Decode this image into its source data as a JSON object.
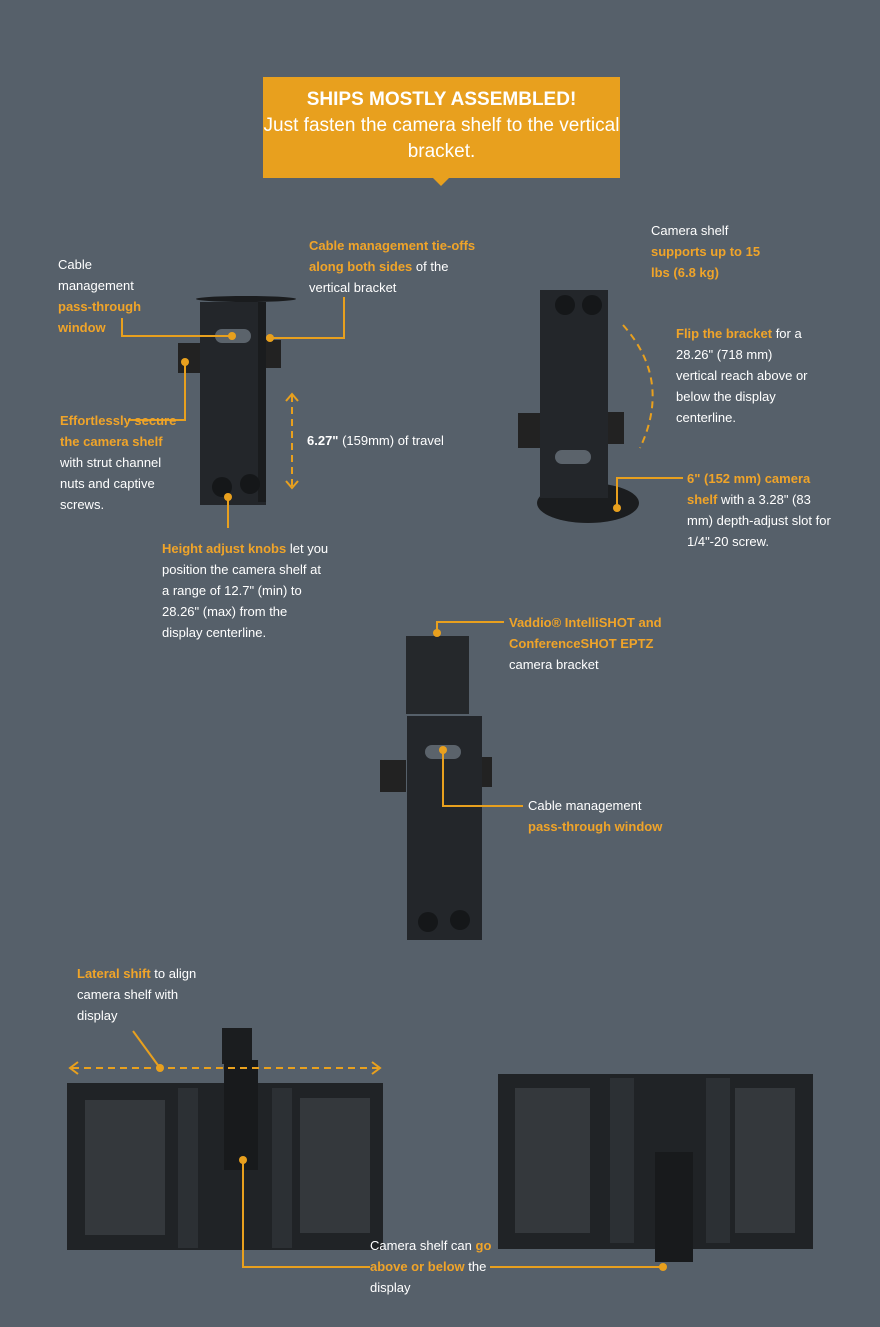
{
  "banner": {
    "headline": "SHIPS MOSTLY ASSEMBLED!",
    "subtext": "Just fasten the camera shelf to the vertical bracket."
  },
  "callouts": {
    "pass_through_top": {
      "pre": "Cable management ",
      "hl": "pass-through window"
    },
    "tie_offs": {
      "hl": "Cable management tie-offs along both sides",
      "post": " of the vertical bracket"
    },
    "secure": {
      "hl": "Effortlessly secure the camera shelf",
      "post": " with strut channel nuts and captive screws."
    },
    "travel": {
      "bold": "6.27\"",
      "post": " (159mm) of travel"
    },
    "height_knobs": {
      "hl": "Height adjust knobs",
      "post": " let you position the camera shelf at a range of 12.7\" (min) to 28.26\" (max) from the display centerline."
    },
    "supports": {
      "pre": "Camera shelf ",
      "hl": "supports up to 15 lbs (6.8 kg)"
    },
    "flip": {
      "hl": "Flip the bracket",
      "post": " for a 28.26\" (718 mm) vertical reach above or below the display centerline."
    },
    "shelf_size": {
      "hl": "6\" (152 mm) camera shelf",
      "post": " with a 3.28\" (83 mm) depth-adjust slot for 1/4\"-20 screw."
    },
    "vaddio": {
      "hl": "Vaddio® IntelliSHOT  and ConferenceSHOT EPTZ",
      "post": " camera bracket"
    },
    "pass_through_mid": {
      "pre": "Cable management ",
      "hl": "pass-through window"
    },
    "lateral": {
      "hl": "Lateral shift",
      "post": " to align camera shelf with display"
    },
    "above_below": {
      "pre": "Camera shelf can ",
      "hl": "go above or below",
      "post": " the display"
    }
  },
  "colors": {
    "background": "#56606a",
    "accent": "#e8a01e",
    "metal": "#1f2224"
  }
}
